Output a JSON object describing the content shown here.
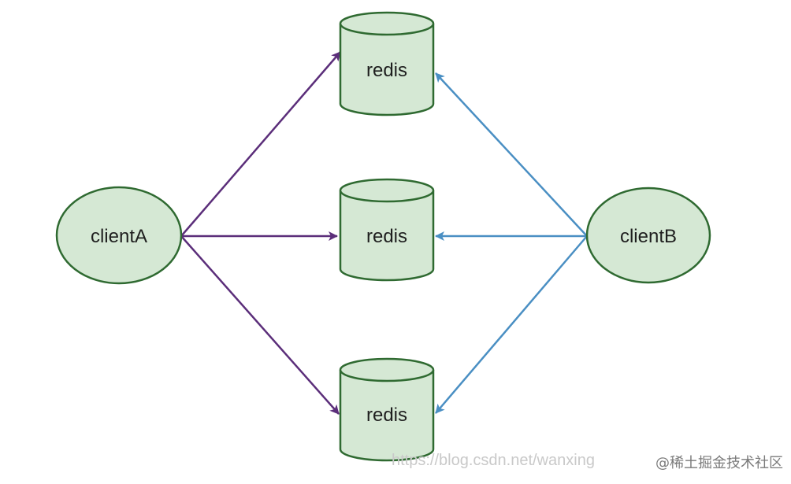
{
  "nodes": {
    "client_a": "clientA",
    "client_b": "clientB",
    "redis_top": "redis",
    "redis_middle": "redis",
    "redis_bottom": "redis"
  },
  "colors": {
    "node_fill": "#d5e8d4",
    "node_stroke": "#2f6a31",
    "client_a_edges": "#5b2e7a",
    "client_b_edges": "#4a8fc3"
  },
  "watermark": {
    "url_text": "https://blog.csdn.net/wanxing",
    "brand_text": "@稀土掘金技术社区"
  }
}
